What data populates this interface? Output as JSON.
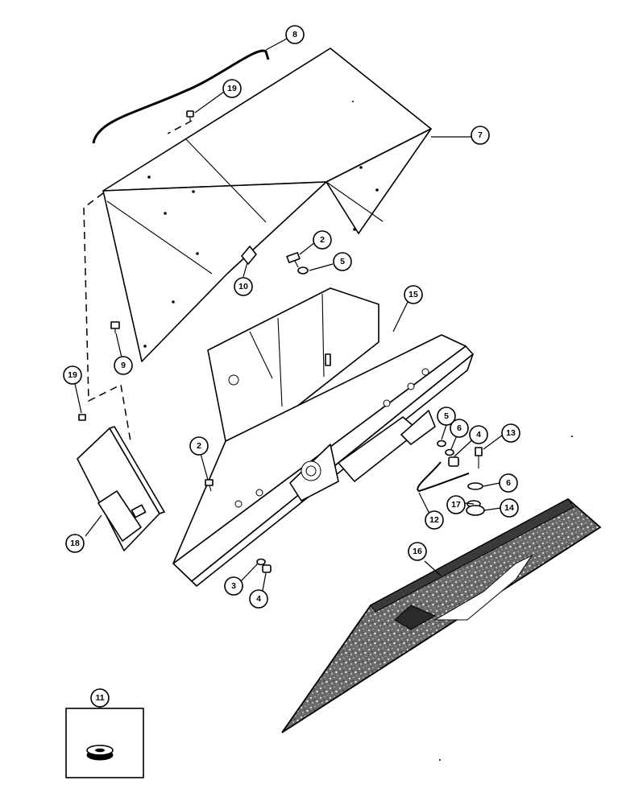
{
  "callouts": [
    {
      "id": "c8",
      "label": "8"
    },
    {
      "id": "c19a",
      "label": "19"
    },
    {
      "id": "c7",
      "label": "7"
    },
    {
      "id": "c2a",
      "label": "2"
    },
    {
      "id": "c5a",
      "label": "5"
    },
    {
      "id": "c10",
      "label": "10"
    },
    {
      "id": "c15",
      "label": "15"
    },
    {
      "id": "c9",
      "label": "9"
    },
    {
      "id": "c19b",
      "label": "19"
    },
    {
      "id": "c5b",
      "label": "5"
    },
    {
      "id": "c6a",
      "label": "6"
    },
    {
      "id": "c4a",
      "label": "4"
    },
    {
      "id": "c13",
      "label": "13"
    },
    {
      "id": "c2b",
      "label": "2"
    },
    {
      "id": "c6b",
      "label": "6"
    },
    {
      "id": "c17",
      "label": "17"
    },
    {
      "id": "c14",
      "label": "14"
    },
    {
      "id": "c12",
      "label": "12"
    },
    {
      "id": "c18",
      "label": "18"
    },
    {
      "id": "c16",
      "label": "16"
    },
    {
      "id": "c3",
      "label": "3"
    },
    {
      "id": "c4b",
      "label": "4"
    },
    {
      "id": "c11",
      "label": "11"
    }
  ]
}
